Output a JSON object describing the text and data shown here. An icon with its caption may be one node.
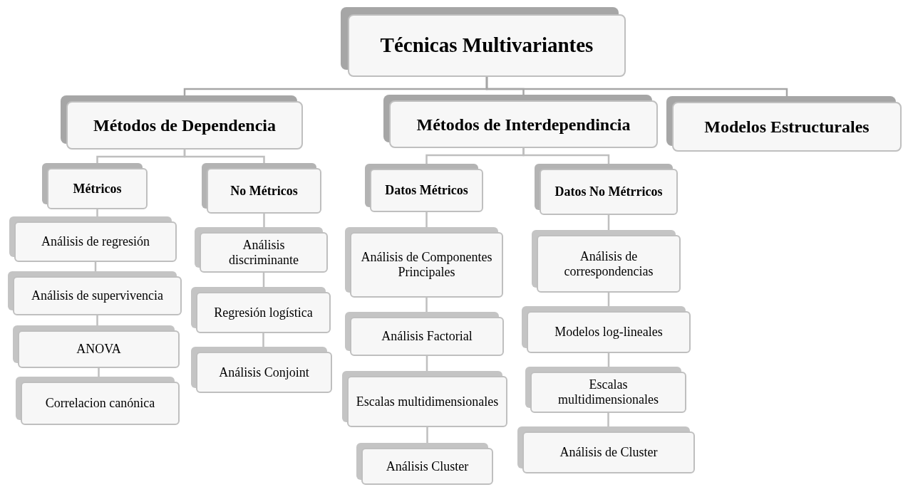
{
  "diagram": {
    "nodes": [
      {
        "text": [
          "Técnicas Multivariantes"
        ]
      },
      {
        "text": [
          "Métodos de Dependencia"
        ]
      },
      {
        "text": [
          "Métodos de Interdependincia"
        ]
      },
      {
        "text": [
          "Modelos Estructurales"
        ]
      },
      {
        "text": [
          "Métricos"
        ]
      },
      {
        "text": [
          "No Métricos"
        ]
      },
      {
        "text": [
          "Análisis de regresión"
        ]
      },
      {
        "text": [
          "Análisis de supervivencia"
        ]
      },
      {
        "text": [
          "ANOVA"
        ]
      },
      {
        "text": [
          "Correlacion canónica"
        ]
      },
      {
        "text": [
          "Análisis discriminante"
        ]
      },
      {
        "text": [
          "Regresión logística"
        ]
      },
      {
        "text": [
          "Análisis Conjoint"
        ]
      },
      {
        "text": [
          "Datos Métricos"
        ]
      },
      {
        "text": [
          "Datos No Métrricos"
        ]
      },
      {
        "text": [
          "Análisis de Componentes Principales"
        ]
      },
      {
        "text": [
          "Análisis Factorial"
        ]
      },
      {
        "text": [
          "Escalas multidimensionales"
        ]
      },
      {
        "text": [
          "Análisis Cluster"
        ]
      },
      {
        "text": [
          "Análisis de correspondencias"
        ]
      },
      {
        "text": [
          "Modelos log-lineales"
        ]
      },
      {
        "text": [
          "Escalas multidimensionales"
        ]
      },
      {
        "text": [
          "Análisis de Cluster"
        ]
      }
    ],
    "edges": [
      {
        "from": 0,
        "to": 1,
        "arrow": "none"
      },
      {
        "from": 0,
        "to": 2,
        "arrow": "none"
      },
      {
        "from": 0,
        "to": 3,
        "arrow": "none"
      },
      {
        "from": 1,
        "to": 4,
        "arrow": "none"
      },
      {
        "from": 1,
        "to": 5,
        "arrow": "none"
      },
      {
        "from": 4,
        "to": 6,
        "arrow": "none"
      },
      {
        "from": 6,
        "to": 7,
        "arrow": "none"
      },
      {
        "from": 7,
        "to": 8,
        "arrow": "none"
      },
      {
        "from": 8,
        "to": 9,
        "arrow": "none"
      },
      {
        "from": 5,
        "to": 10,
        "arrow": "none"
      },
      {
        "from": 10,
        "to": 11,
        "arrow": "none"
      },
      {
        "from": 11,
        "to": 12,
        "arrow": "none"
      },
      {
        "from": 2,
        "to": 13,
        "arrow": "none"
      },
      {
        "from": 2,
        "to": 14,
        "arrow": "none"
      },
      {
        "from": 13,
        "to": 15,
        "arrow": "none"
      },
      {
        "from": 15,
        "to": 16,
        "arrow": "none"
      },
      {
        "from": 16,
        "to": 17,
        "arrow": "none"
      },
      {
        "from": 17,
        "to": 18,
        "arrow": "none"
      },
      {
        "from": 14,
        "to": 19,
        "arrow": "none"
      },
      {
        "from": 19,
        "to": 20,
        "arrow": "none"
      },
      {
        "from": 20,
        "to": 21,
        "arrow": "none"
      },
      {
        "from": 21,
        "to": 22,
        "arrow": "none"
      }
    ]
  }
}
